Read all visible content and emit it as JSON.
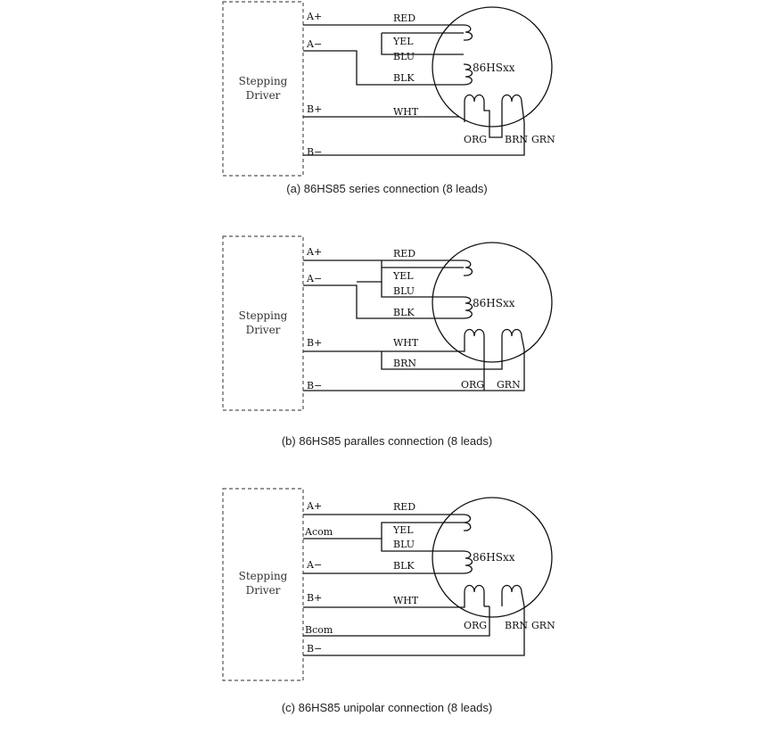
{
  "diagrams": [
    {
      "driver_label_line1": "Stepping",
      "driver_label_line2": "Driver",
      "motor_label": "86HSxx",
      "caption": "(a) 86HS85 series connection (8 leads)",
      "pins": {
        "a_plus": "A+",
        "a_minus": "A−",
        "b_plus": "B+",
        "b_minus": "B−"
      },
      "wires": {
        "red": "RED",
        "yel": "YEL",
        "blu": "BLU",
        "blk": "BLK",
        "wht": "WHT",
        "org": "ORG",
        "brn": "BRN",
        "grn": "GRN"
      }
    },
    {
      "driver_label_line1": "Stepping",
      "driver_label_line2": "Driver",
      "motor_label": "86HSxx",
      "caption": "(b) 86HS85 paralles connection (8 leads)",
      "pins": {
        "a_plus": "A+",
        "a_minus": "A−",
        "b_plus": "B+",
        "b_minus": "B−"
      },
      "wires": {
        "red": "RED",
        "yel": "YEL",
        "blu": "BLU",
        "blk": "BLK",
        "wht": "WHT",
        "brn": "BRN",
        "org": "ORG",
        "grn": "GRN"
      }
    },
    {
      "driver_label_line1": "Stepping",
      "driver_label_line2": "Driver",
      "motor_label": "86HSxx",
      "caption": "(c) 86HS85 unipolar connection (8 leads)",
      "pins": {
        "a_plus": "A+",
        "acom": "Acom",
        "a_minus": "A−",
        "b_plus": "B+",
        "bcom": "Bcom",
        "b_minus": "B−"
      },
      "wires": {
        "red": "RED",
        "yel": "YEL",
        "blu": "BLU",
        "blk": "BLK",
        "wht": "WHT",
        "org": "ORG",
        "brn": "BRN",
        "grn": "GRN"
      }
    }
  ]
}
